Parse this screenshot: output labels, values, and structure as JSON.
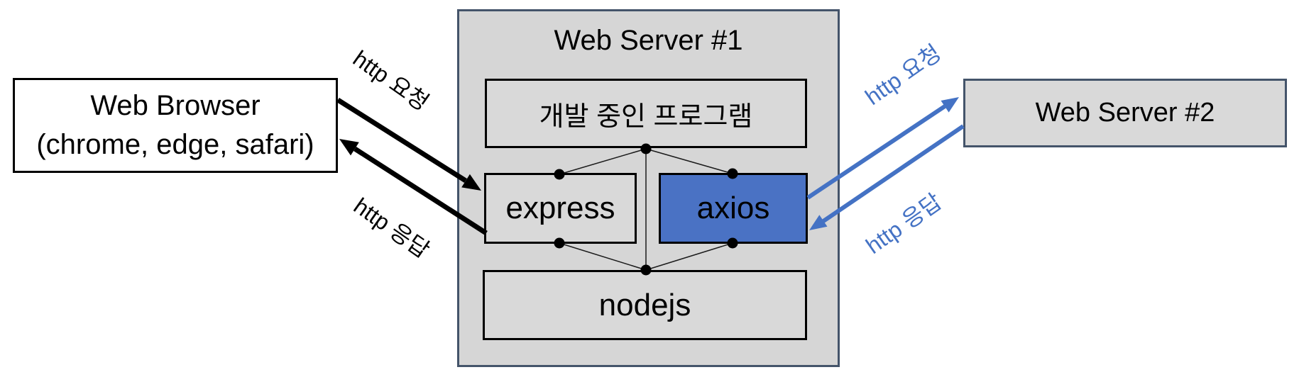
{
  "diagram": {
    "browser": {
      "title": "Web Browser",
      "subtitle": "(chrome, edge, safari)"
    },
    "server1": {
      "title": "Web Server #1",
      "boxes": {
        "dev_program": "개발 중인 프로그램",
        "express": "express",
        "axios": "axios",
        "nodejs": "nodejs"
      }
    },
    "server2": {
      "title": "Web Server #2"
    },
    "labels": {
      "browser_request": "http 요청",
      "browser_response": "http 응답",
      "server2_request": "http 요청",
      "server2_response": "http 응답"
    },
    "colors": {
      "black_arrow": "#000000",
      "blue_arrow": "#4472c4",
      "axios_fill": "#4a72c4",
      "box_fill": "#d9d9d9",
      "container_fill": "#d6d6d6",
      "container_border": "#44546a"
    }
  }
}
